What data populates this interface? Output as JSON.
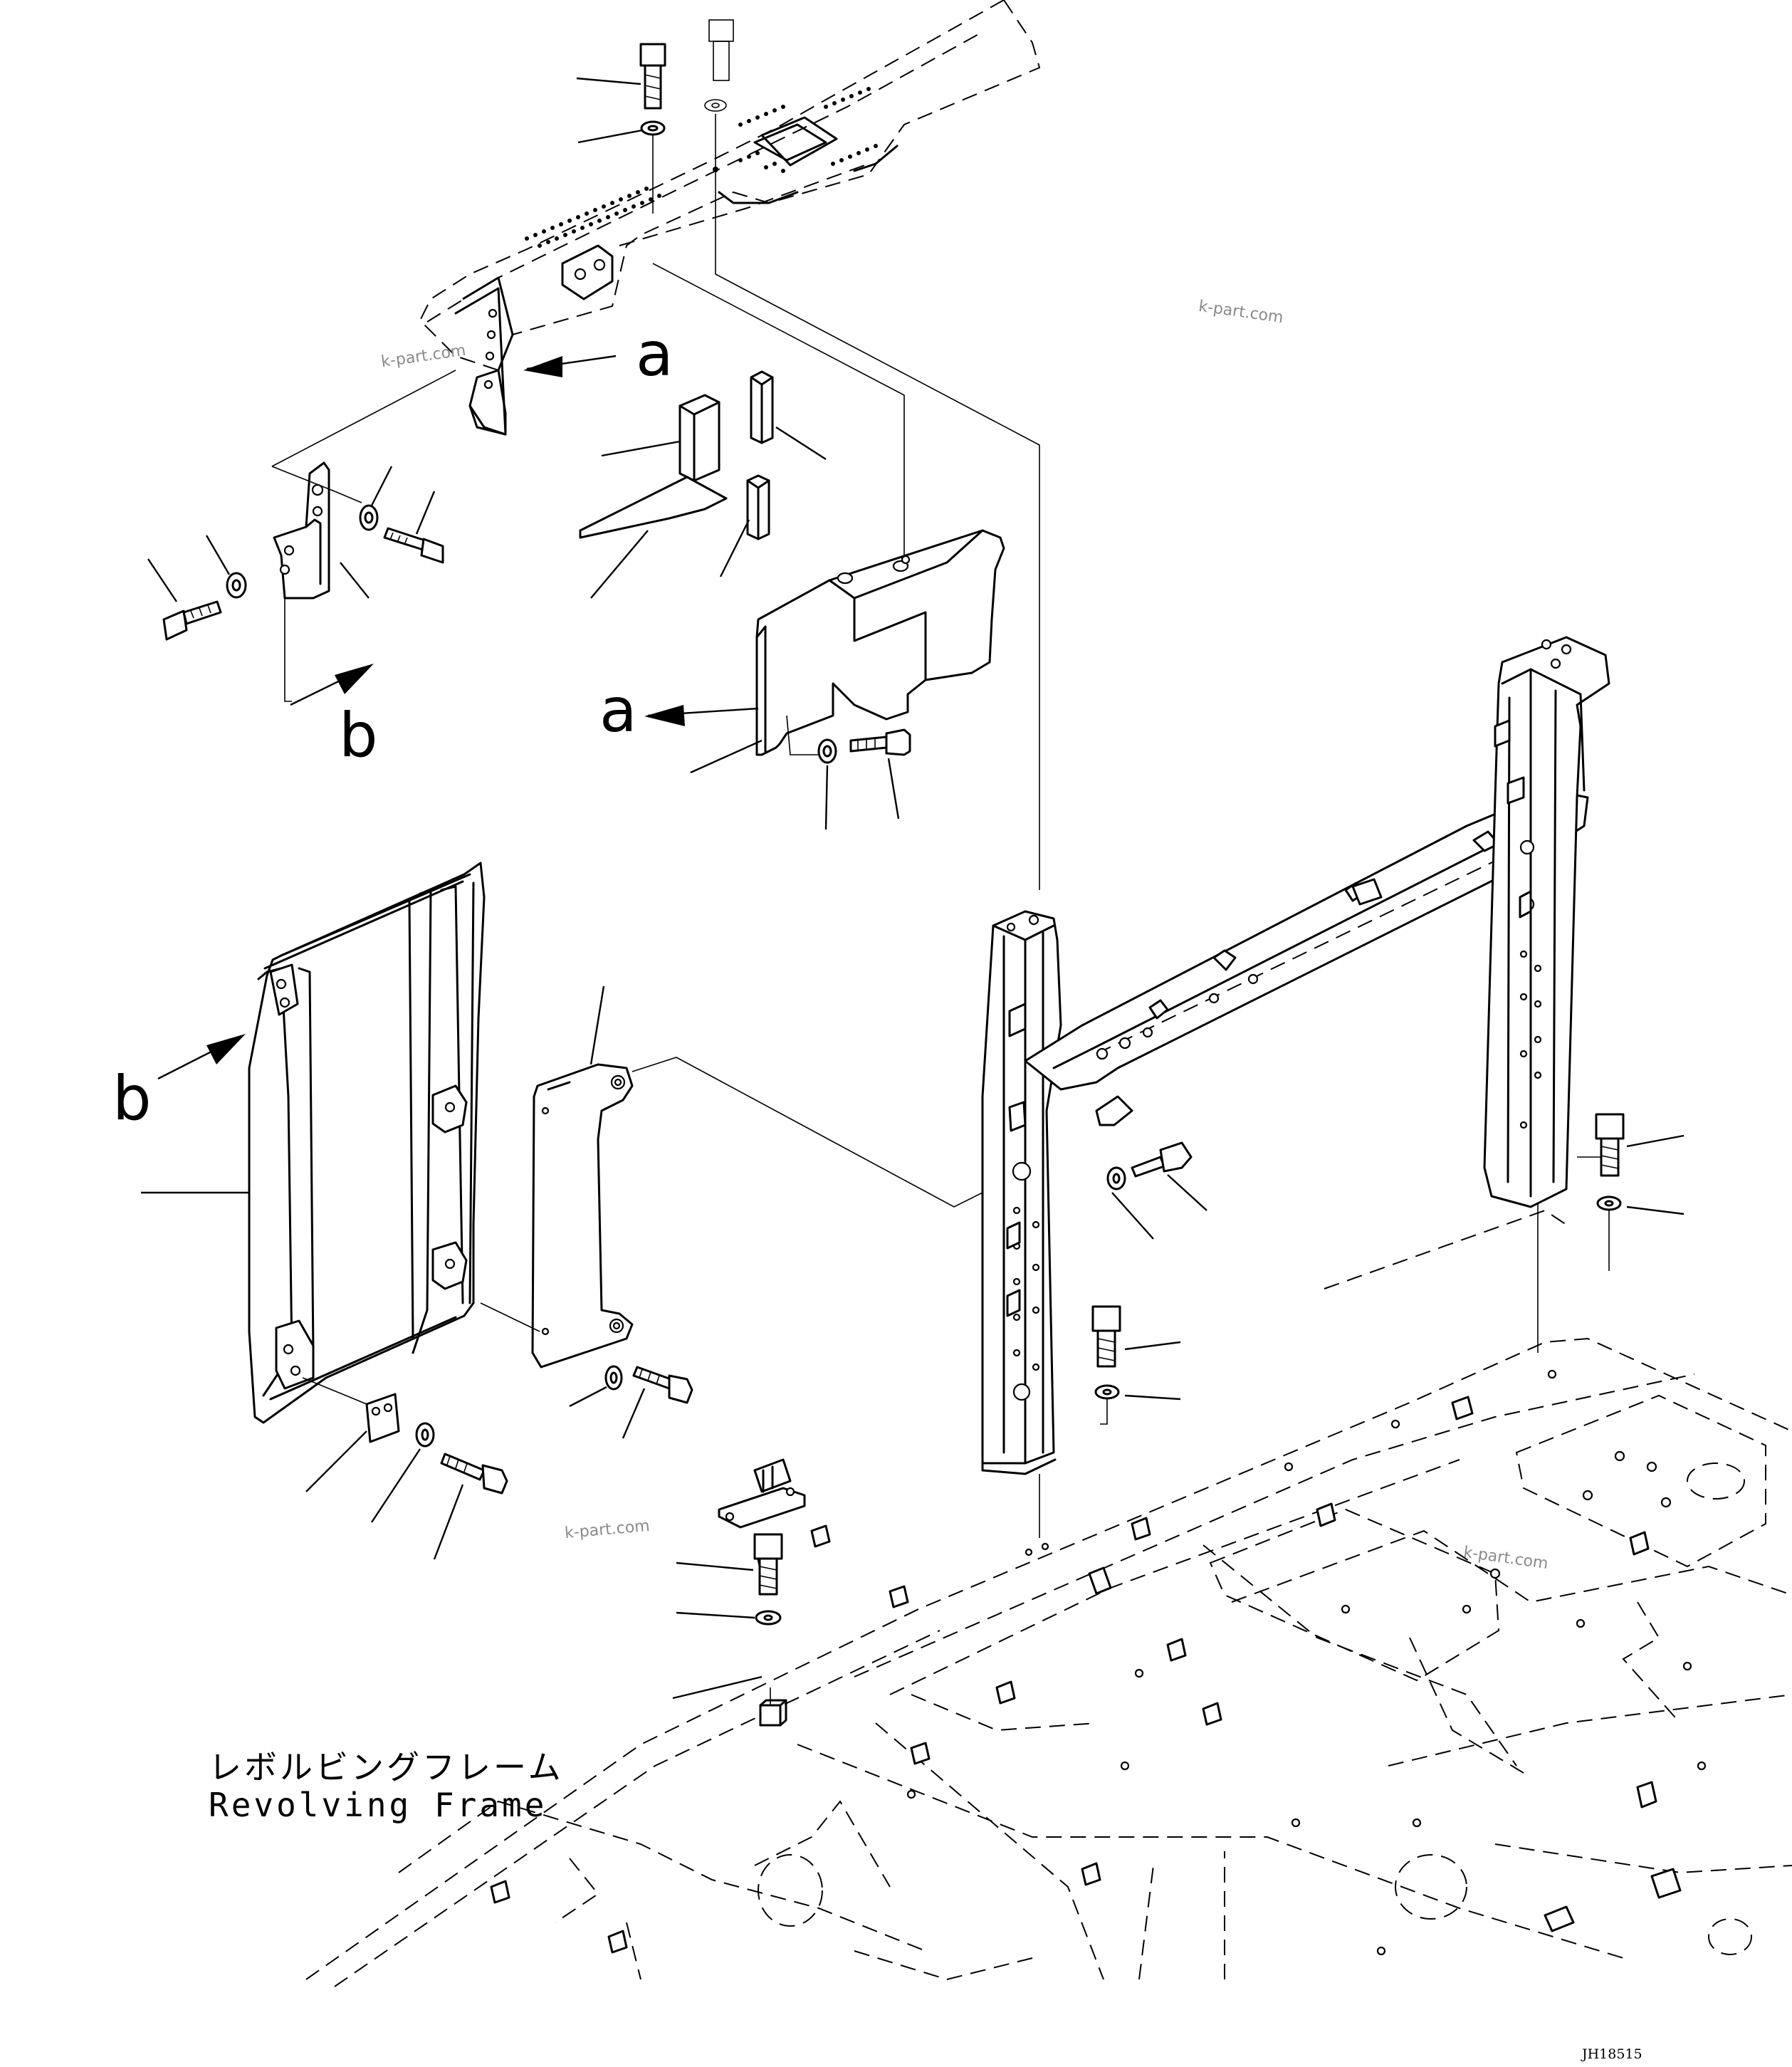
{
  "callouts": {
    "a": "a",
    "b": "b"
  },
  "caption": {
    "jp": "レボルビングフレーム",
    "en": "Revolving Frame"
  },
  "watermark": "k-part.com",
  "drawing_no": "JH18515"
}
